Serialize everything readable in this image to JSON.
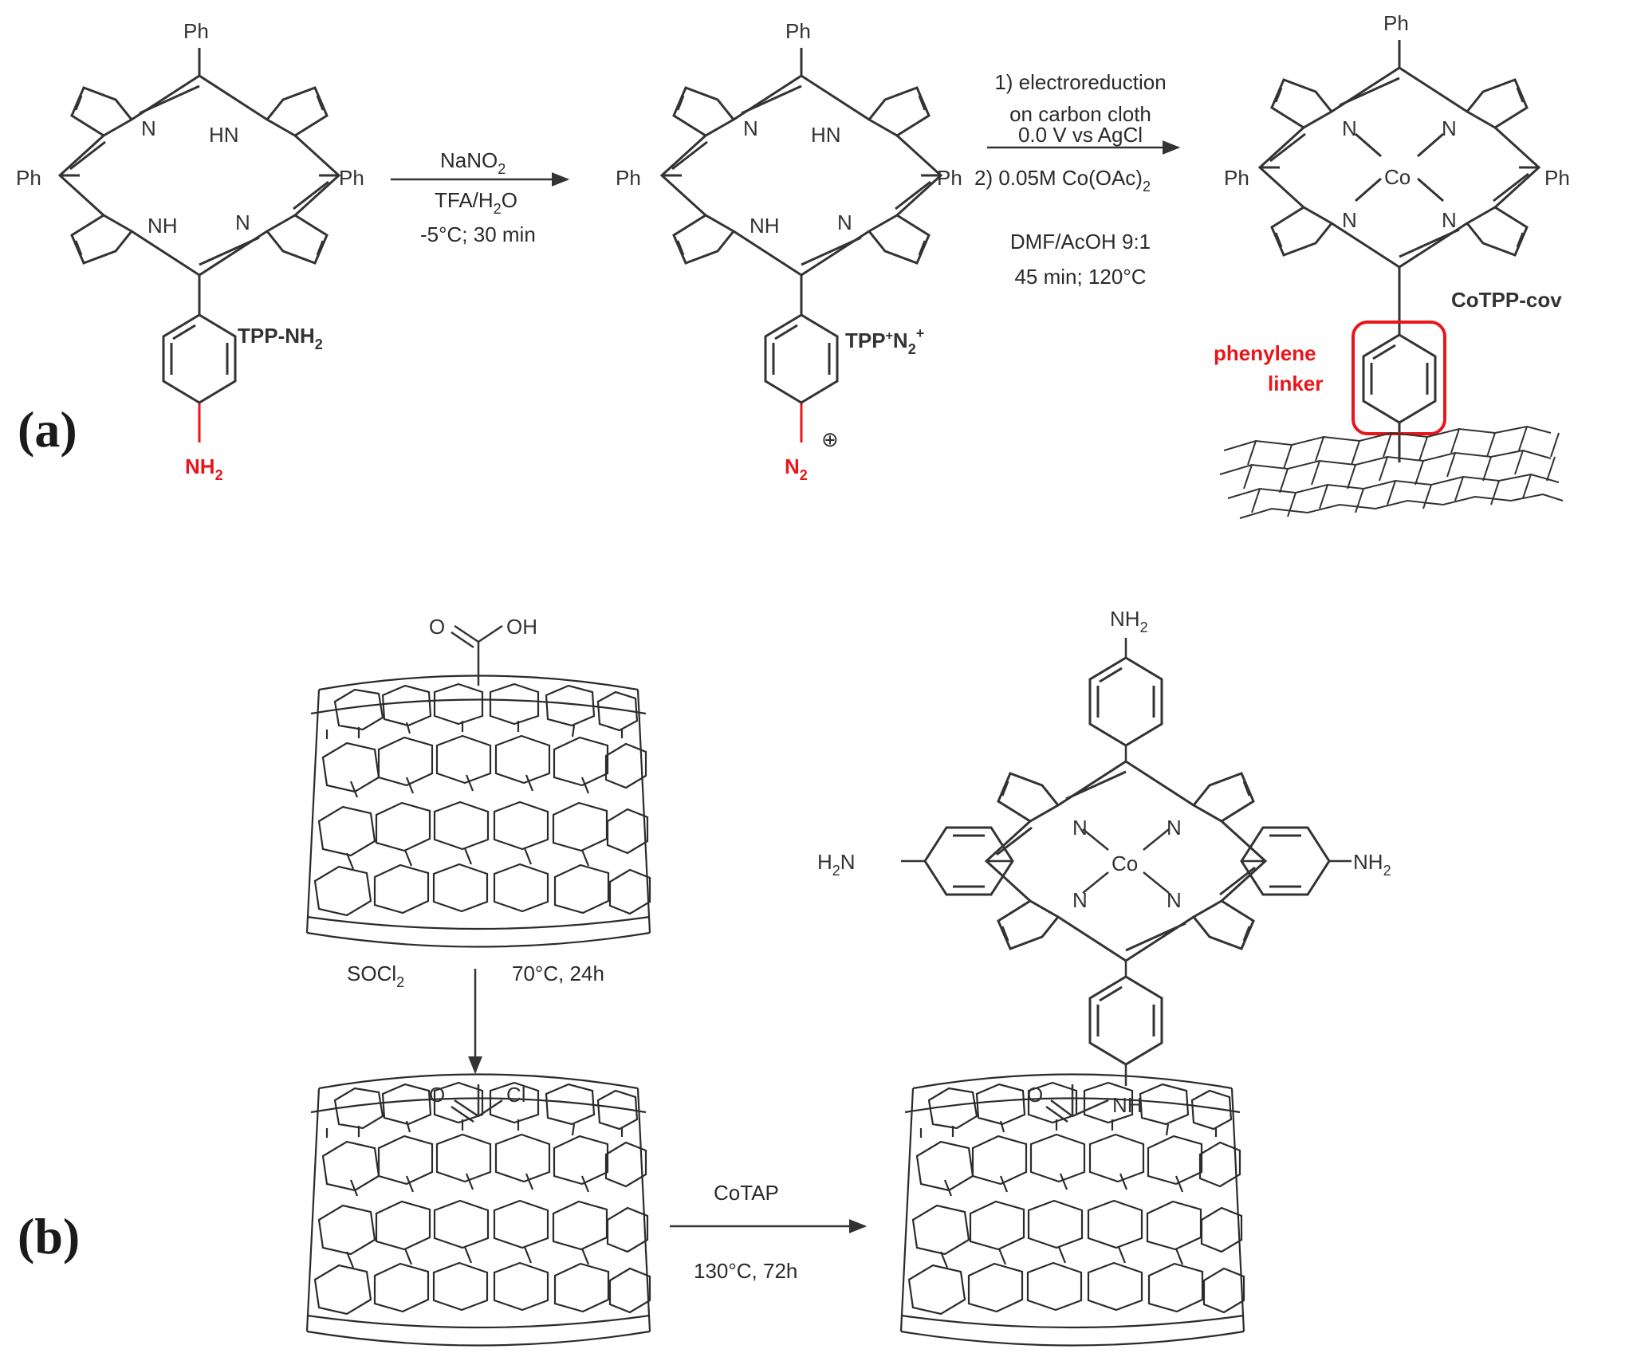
{
  "panel_a": {
    "label": "(a)",
    "ph": "Ph",
    "compound1": {
      "name": "TPP-NH",
      "name_sub": "2",
      "group": "NH",
      "group_sub": "2",
      "n1": "N",
      "hn": "HN",
      "nh": "NH",
      "n2": "N"
    },
    "step1": {
      "line1": "NaNO",
      "line1_sub": "2",
      "line2_pre": "TFA/H",
      "line2_sub": "2",
      "line2_post": "O",
      "line3": "-5°C; 30 min"
    },
    "compound2": {
      "name": "TPP",
      "name_sup": "+",
      "name_n": "N",
      "name_n_sub": "2",
      "name_plus": "+",
      "group": "N",
      "group_sub": "2",
      "charge": "⊕",
      "n1": "N",
      "hn": "HN",
      "nh": "NH",
      "n2": "N"
    },
    "step2": {
      "line1": "1) electroreduction",
      "line2": "on carbon cloth",
      "line3": "0.0 V vs AgCl",
      "line4": "2) 0.05M Co(OAc)",
      "line4_sub": "2",
      "line5": "DMF/AcOH 9:1",
      "line6": "45 min; 120°C"
    },
    "compound3": {
      "name": "CoTPP-cov",
      "metal": "Co",
      "linker_line1": "phenylene",
      "linker_line2": "linker",
      "n": "N"
    }
  },
  "panel_b": {
    "label": "(b)",
    "cooh": {
      "o": "O",
      "oh": "OH"
    },
    "step1": {
      "reagent": "SOCl",
      "reagent_sub": "2",
      "conditions": "70°C, 24h"
    },
    "cocl": {
      "o": "O",
      "cl": "Cl"
    },
    "step2": {
      "reagent": "CoTAP",
      "conditions": "130°C, 72h"
    },
    "product": {
      "metal": "Co",
      "n": "N",
      "amide_o": "O",
      "amide_nh": "NH",
      "top_nh2": "NH",
      "top_nh2_sub": "2",
      "left_nh2_pre": "H",
      "left_nh2_sub": "2",
      "left_nh2_post": "N",
      "right_nh2": "NH",
      "right_nh2_sub": "2"
    }
  },
  "colors": {
    "ink": "#333333",
    "highlight": "#e8161b"
  }
}
